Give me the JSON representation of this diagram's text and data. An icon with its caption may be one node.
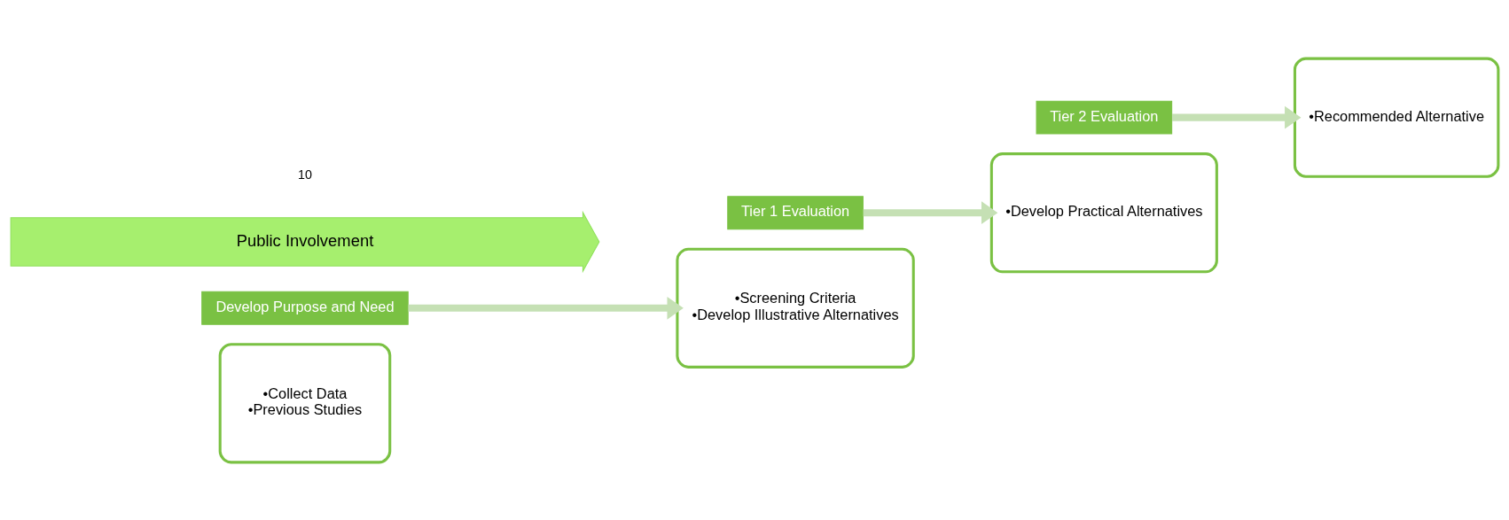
{
  "diagram": {
    "nodes": [
      {
        "text": [
          "•Collect Data",
          "•Previous Studies"
        ]
      },
      {
        "text": [
          "Develop Purpose and Need"
        ]
      },
      {
        "text": [
          "Tier 1 Evaluation"
        ]
      },
      {
        "text": [
          "•Screening Criteria",
          "•Develop Illustrative Alternatives"
        ]
      },
      {
        "text": [
          "•Develop Practical Alternatives"
        ]
      },
      {
        "text": [
          "Tier 2 Evaluation"
        ]
      },
      {
        "text": [
          "•Recommended Alternative"
        ]
      },
      {
        "text": [
          "Public Involvement"
        ]
      }
    ],
    "edges": [
      {
        "from": 1,
        "to": 3,
        "arrow": "to"
      },
      {
        "from": 2,
        "to": 4,
        "arrow": "to"
      },
      {
        "from": 5,
        "to": 6,
        "arrow": "to"
      }
    ],
    "labels": [
      "10"
    ]
  }
}
